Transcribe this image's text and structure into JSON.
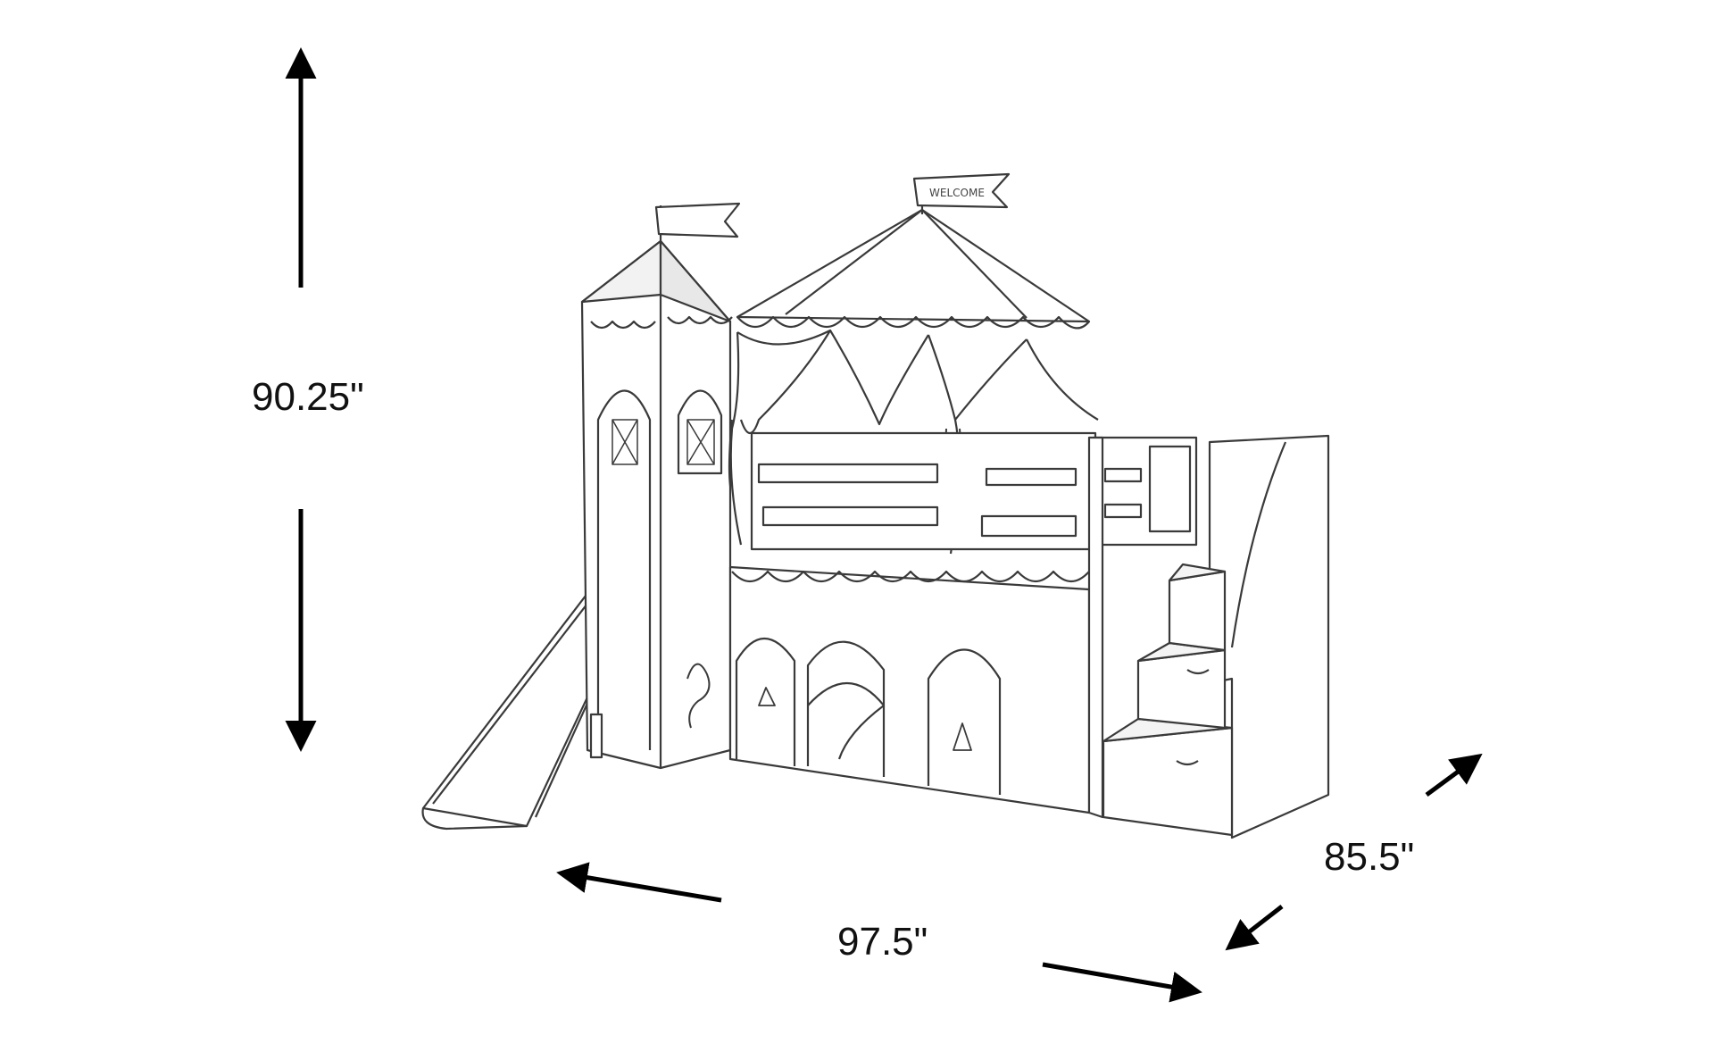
{
  "dimensions": {
    "height": "90.25\"",
    "width": "97.5\"",
    "depth": "85.5\""
  },
  "banners": {
    "tower_flag": "",
    "canopy_flag": "WELCOME"
  },
  "colors": {
    "line": "#3a3a3a",
    "arrow": "#000000",
    "fill": "#ffffff",
    "shade": "#d8d8d8"
  }
}
